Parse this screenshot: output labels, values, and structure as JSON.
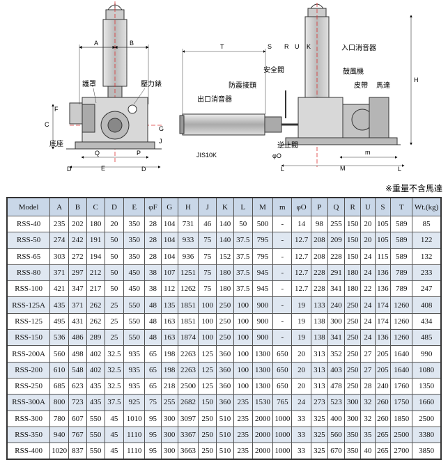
{
  "drawing": {
    "dims_front": [
      "A",
      "B",
      "C",
      "D",
      "E",
      "F",
      "G",
      "J",
      "P",
      "Q"
    ],
    "dims_side": [
      "T",
      "S",
      "R",
      "U",
      "K",
      "H",
      "L",
      "M",
      "m",
      "φO"
    ],
    "labels": {
      "guard": "護罩",
      "pressure_gauge": "壓力錶",
      "base": "底座",
      "inlet_silencer": "入口消音器",
      "safety_valve": "安全閥",
      "check_valve_joint": "防震接頭",
      "outlet_silencer": "出口消音器",
      "blower": "鼓風機",
      "belt": "皮帶",
      "motor": "馬達",
      "non_return_valve": "逆止閥",
      "flange": "JIS10K"
    }
  },
  "note": "※重量不含馬達",
  "table": {
    "headers": [
      "Model",
      "A",
      "B",
      "C",
      "D",
      "E",
      "φF",
      "G",
      "H",
      "J",
      "K",
      "L",
      "M",
      "m",
      "φO",
      "P",
      "Q",
      "R",
      "U",
      "S",
      "T",
      "Wt.(kg)"
    ],
    "rows": [
      [
        "RSS-40",
        "235",
        "202",
        "180",
        "20",
        "350",
        "28",
        "104",
        "731",
        "46",
        "140",
        "50",
        "500",
        "-",
        "14",
        "98",
        "255",
        "150",
        "20",
        "105",
        "589",
        "85"
      ],
      [
        "RSS-50",
        "274",
        "242",
        "191",
        "50",
        "350",
        "28",
        "104",
        "933",
        "75",
        "140",
        "37.5",
        "795",
        "-",
        "12.7",
        "208",
        "209",
        "150",
        "20",
        "105",
        "589",
        "122"
      ],
      [
        "RSS-65",
        "303",
        "272",
        "194",
        "50",
        "350",
        "28",
        "104",
        "936",
        "75",
        "152",
        "37.5",
        "795",
        "-",
        "12.7",
        "208",
        "228",
        "150",
        "24",
        "115",
        "589",
        "132"
      ],
      [
        "RSS-80",
        "371",
        "297",
        "212",
        "50",
        "450",
        "38",
        "107",
        "1251",
        "75",
        "180",
        "37.5",
        "945",
        "-",
        "12.7",
        "228",
        "291",
        "180",
        "24",
        "136",
        "789",
        "233"
      ],
      [
        "RSS-100",
        "421",
        "347",
        "217",
        "50",
        "450",
        "38",
        "112",
        "1262",
        "75",
        "180",
        "37.5",
        "945",
        "-",
        "12.7",
        "228",
        "341",
        "180",
        "22",
        "136",
        "789",
        "247"
      ],
      [
        "RSS-125A",
        "435",
        "371",
        "262",
        "25",
        "550",
        "48",
        "135",
        "1851",
        "100",
        "250",
        "100",
        "900",
        "-",
        "19",
        "133",
        "240",
        "250",
        "24",
        "174",
        "1260",
        "408"
      ],
      [
        "RSS-125",
        "495",
        "431",
        "262",
        "25",
        "550",
        "48",
        "163",
        "1851",
        "100",
        "250",
        "100",
        "900",
        "-",
        "19",
        "138",
        "300",
        "250",
        "24",
        "174",
        "1260",
        "434"
      ],
      [
        "RSS-150",
        "536",
        "486",
        "289",
        "25",
        "550",
        "48",
        "163",
        "1874",
        "100",
        "250",
        "100",
        "900",
        "-",
        "19",
        "138",
        "341",
        "250",
        "24",
        "136",
        "1260",
        "485"
      ],
      [
        "RSS-200A",
        "560",
        "498",
        "402",
        "32.5",
        "935",
        "65",
        "198",
        "2263",
        "125",
        "360",
        "100",
        "1300",
        "650",
        "20",
        "313",
        "352",
        "250",
        "27",
        "205",
        "1640",
        "990"
      ],
      [
        "RSS-200",
        "610",
        "548",
        "402",
        "32.5",
        "935",
        "65",
        "198",
        "2263",
        "125",
        "360",
        "100",
        "1300",
        "650",
        "20",
        "313",
        "403",
        "250",
        "27",
        "205",
        "1640",
        "1080"
      ],
      [
        "RSS-250",
        "685",
        "623",
        "435",
        "32.5",
        "935",
        "65",
        "218",
        "2500",
        "125",
        "360",
        "100",
        "1300",
        "650",
        "20",
        "313",
        "478",
        "250",
        "28",
        "240",
        "1760",
        "1350"
      ],
      [
        "RSS-300A",
        "800",
        "723",
        "435",
        "37.5",
        "925",
        "75",
        "255",
        "2682",
        "150",
        "360",
        "235",
        "1530",
        "765",
        "24",
        "273",
        "523",
        "300",
        "32",
        "260",
        "1750",
        "1660"
      ],
      [
        "RSS-300",
        "780",
        "607",
        "550",
        "45",
        "1010",
        "95",
        "300",
        "3097",
        "250",
        "510",
        "235",
        "2000",
        "1000",
        "33",
        "325",
        "400",
        "300",
        "32",
        "260",
        "1850",
        "2500"
      ],
      [
        "RSS-350",
        "940",
        "767",
        "550",
        "45",
        "1110",
        "95",
        "300",
        "3367",
        "250",
        "510",
        "235",
        "2000",
        "1000",
        "33",
        "325",
        "560",
        "350",
        "35",
        "265",
        "2500",
        "3380"
      ],
      [
        "RSS-400",
        "1020",
        "837",
        "550",
        "45",
        "1110",
        "95",
        "300",
        "3663",
        "250",
        "510",
        "235",
        "2000",
        "1000",
        "33",
        "325",
        "670",
        "350",
        "40",
        "265",
        "2700",
        "3850"
      ]
    ]
  }
}
